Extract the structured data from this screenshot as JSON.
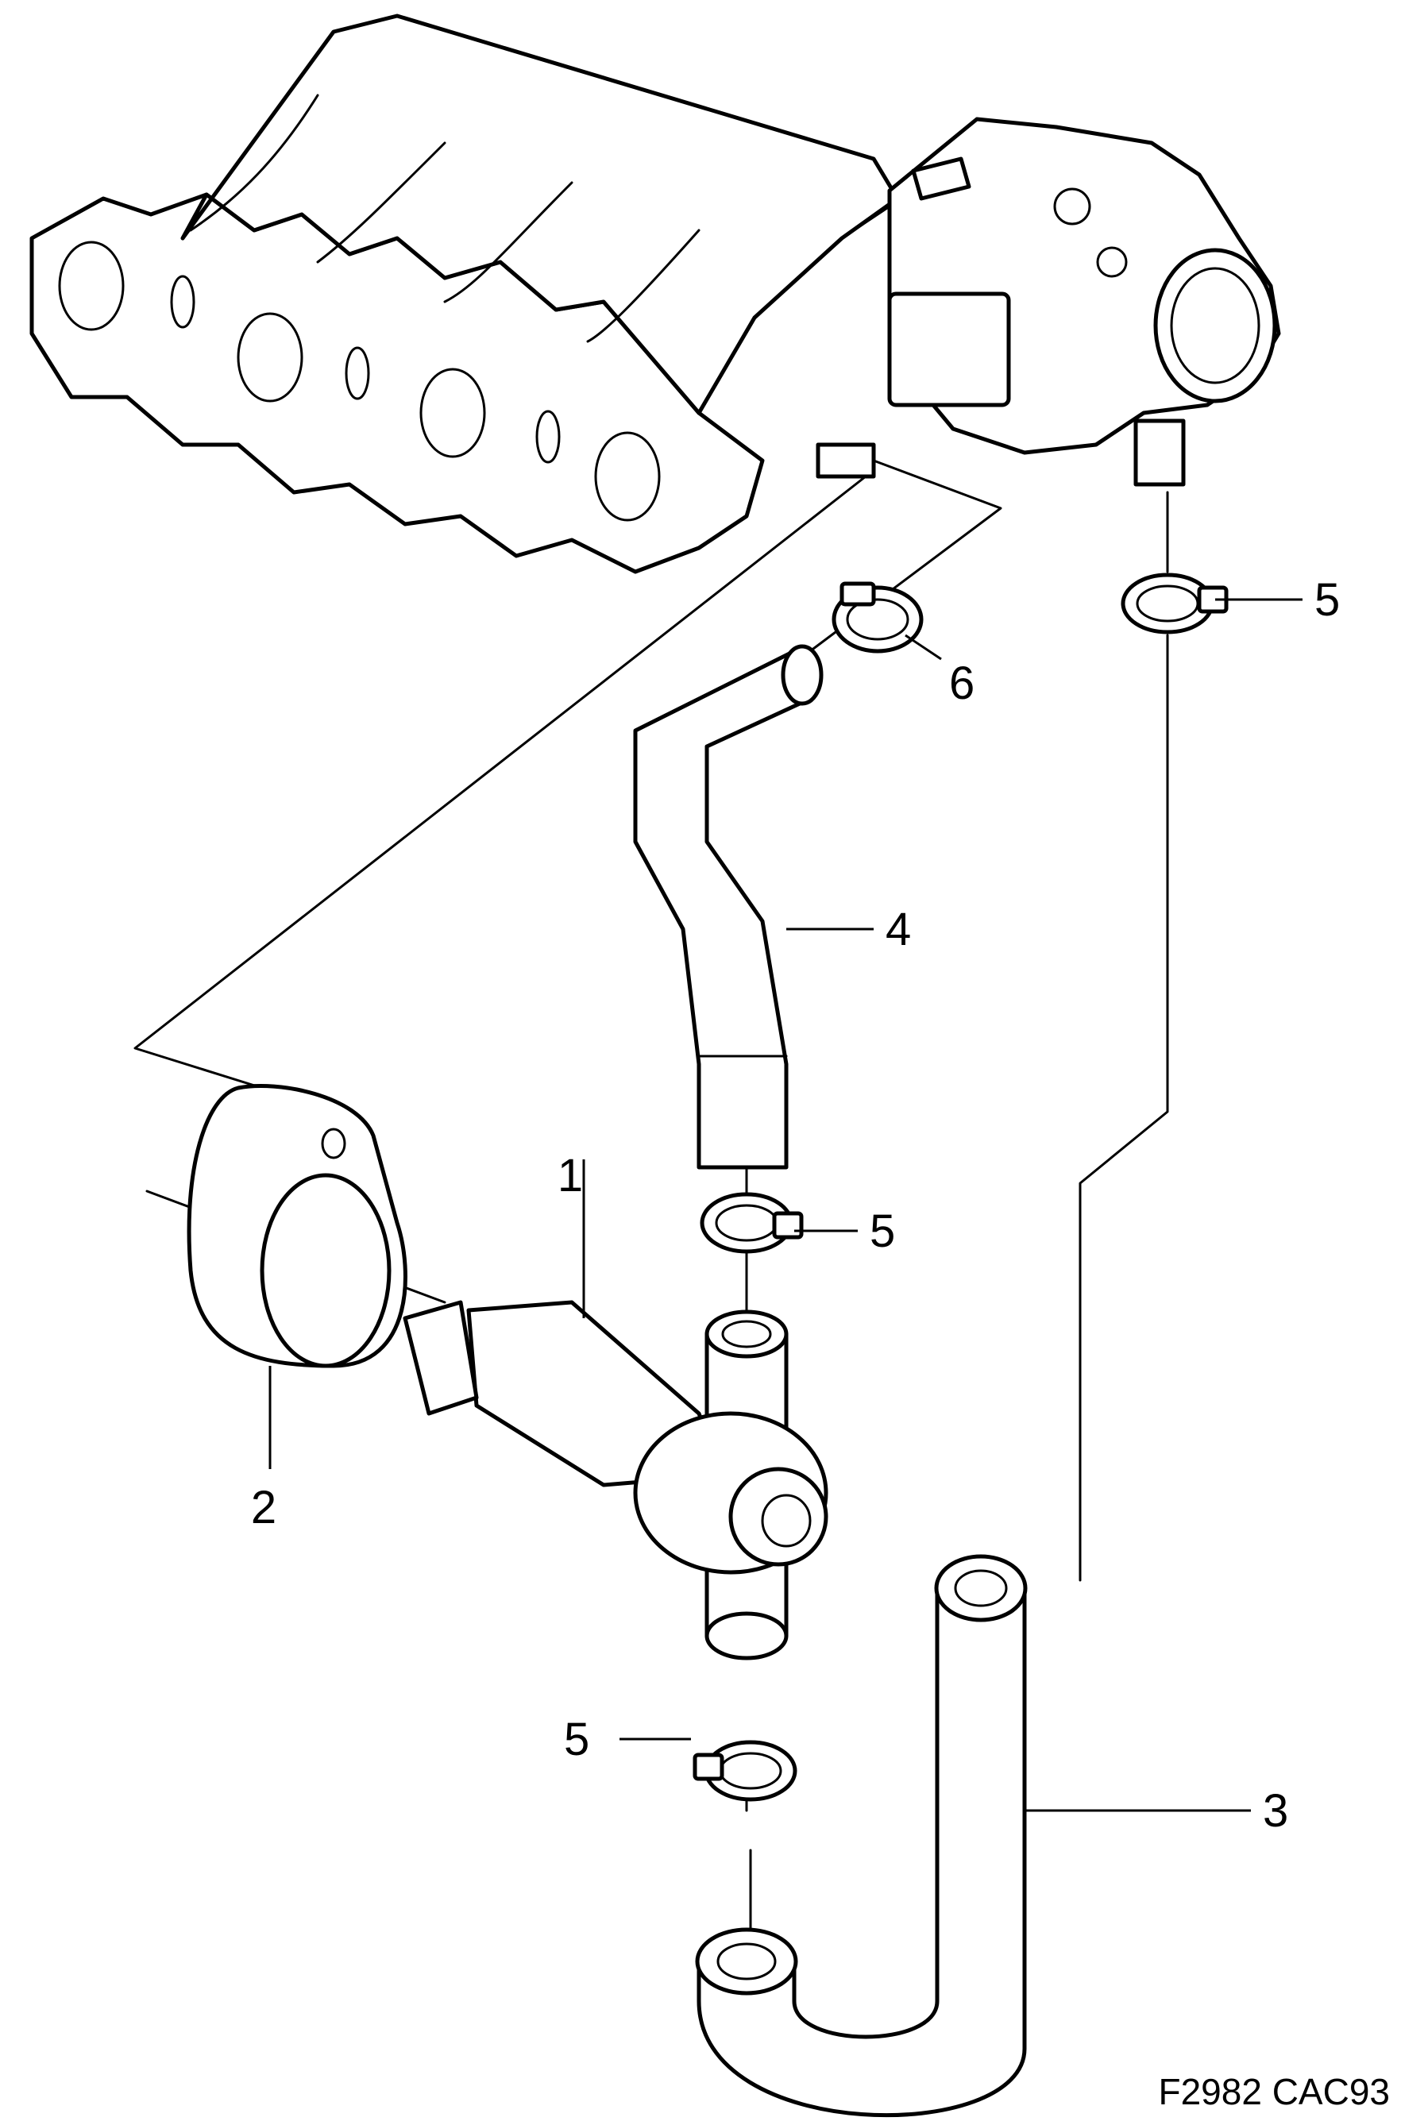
{
  "diagram": {
    "callouts": {
      "c1": "1",
      "c2": "2",
      "c3": "3",
      "c4": "4",
      "c5a": "5",
      "c5b": "5",
      "c5c": "5",
      "c6": "6"
    },
    "reference_code": "F2982 CAC93"
  },
  "colors": {
    "line": "#000000",
    "background": "#ffffff"
  }
}
